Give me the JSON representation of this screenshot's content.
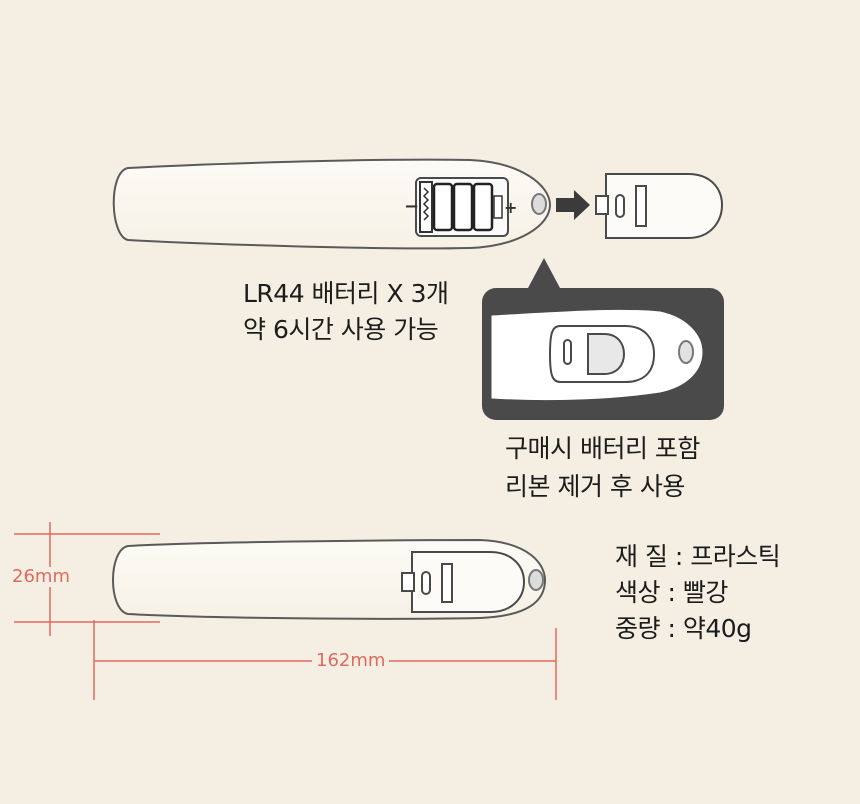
{
  "battery_info": {
    "line1": "LR44 배터리 X 3개",
    "line2": "약 6시간 사용 가능"
  },
  "ribbon_note": {
    "line1": "구매시 배터리 포함",
    "line2": "리본 제거 후 사용"
  },
  "dimensions": {
    "height_label": "26mm",
    "length_label": "162mm"
  },
  "specs": {
    "material": "재 질 : 프라스틱",
    "color": "색상 : 빨강",
    "weight": "중량 : 약40g"
  },
  "battery_polarity": {
    "minus": "−",
    "plus": "+"
  },
  "colors": {
    "background": "#f4efe2",
    "outline": "#555555",
    "dimension": "#e06a5e",
    "callout": "#4a4a4a",
    "body_fill": "#fbf8f2"
  },
  "icons": [
    "arrow-right-icon",
    "battery-icon"
  ]
}
